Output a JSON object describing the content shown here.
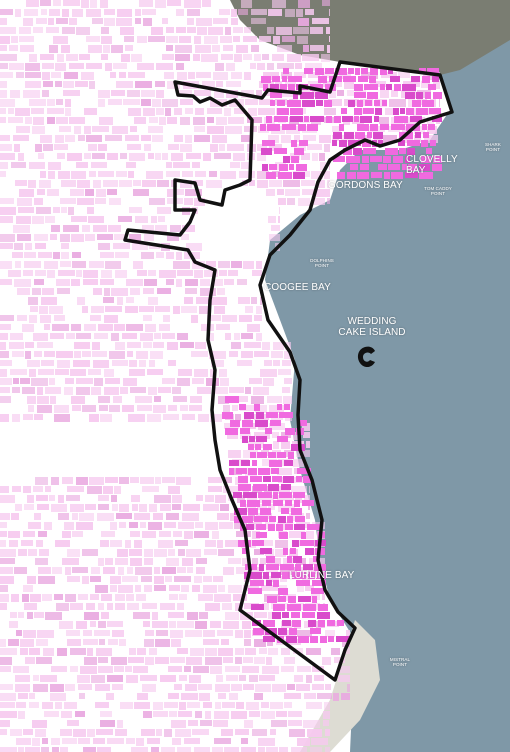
{
  "colors": {
    "sea": "#7f98a7",
    "sea_deep": "#6f8a9c",
    "land_white": "#ffffff",
    "lot_pink": "#f6c9ef",
    "lot_pink_dark": "#e9a9e0",
    "highlight_magenta": "#f06ae0",
    "highlight_magenta_dark": "#d94bcb",
    "boundary": "#111111",
    "aerial_land": "#7a7d72",
    "beach_sand": "#dddcd3"
  },
  "labels": {
    "clovelly_bay": "CLOVELLY BAY",
    "shark_point": "SHARK POINT",
    "gordons_bay": "GORDONS BAY",
    "tom_caddy_point": "TOM CADDY POINT",
    "dolphins_point": "DOLPHINS POINT",
    "coogee_bay": "COOGEE BAY",
    "wedding_cake_island": "WEDDING CAKE ISLAND",
    "lurline_bay": "LURLINE BAY",
    "mistral_point": "MISTRAL POINT"
  }
}
